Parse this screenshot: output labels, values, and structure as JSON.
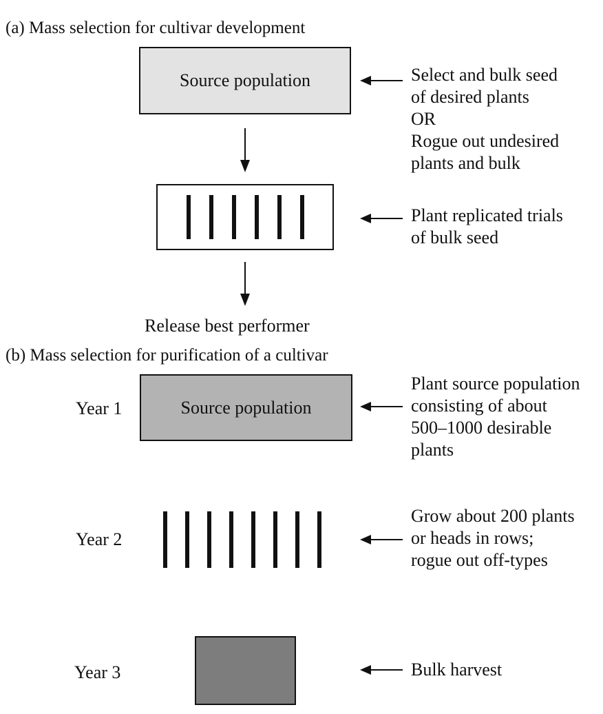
{
  "figure": {
    "background_color": "#ffffff",
    "line_color": "#111111"
  },
  "section_a": {
    "title": "(a) Mass selection for cultivar development",
    "source_box": {
      "label": "Source population",
      "fill": "#e3e3e3"
    },
    "annotation_select": "Select and bulk seed\nof desired plants\nOR\nRogue out undesired\nplants and bulk",
    "trial_box": {
      "bar_count": 6,
      "fill": "#ffffff"
    },
    "annotation_trials": "Plant replicated trials\nof bulk seed",
    "release_label": "Release best performer"
  },
  "section_b": {
    "title": "(b) Mass selection for purification of a cultivar",
    "year1": {
      "label": "Year 1",
      "box_label": "Source population",
      "box_fill": "#b3b3b3",
      "annotation": "Plant source population\nconsisting of about\n500–1000 desirable\nplants"
    },
    "year2": {
      "label": "Year 2",
      "bar_count": 8,
      "annotation": "Grow about 200 plants\nor heads in rows;\nrogue out off-types"
    },
    "year3": {
      "label": "Year 3",
      "box_fill": "#7d7d7d",
      "annotation": "Bulk harvest"
    }
  }
}
